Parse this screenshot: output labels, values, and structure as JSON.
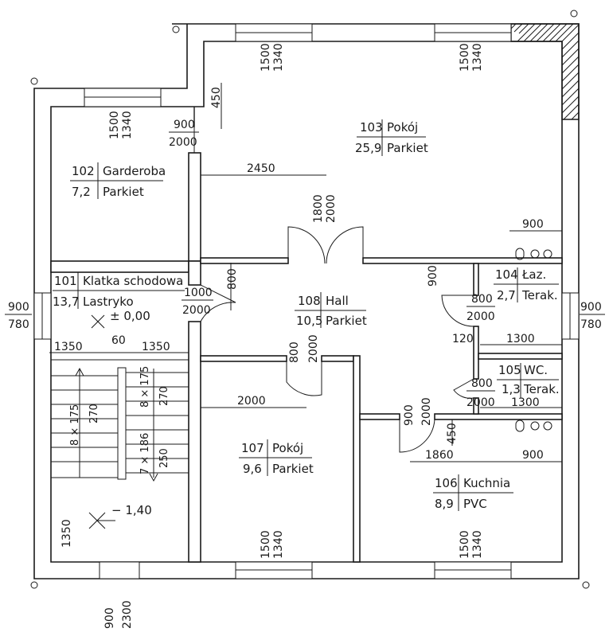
{
  "rooms": {
    "r101": {
      "number": "101",
      "name": "Klatka schodowa",
      "area": "13,7",
      "floor": "Lastryko"
    },
    "r102": {
      "number": "102",
      "name": "Garderoba",
      "area": "7,2",
      "floor": "Parkiet"
    },
    "r103": {
      "number": "103",
      "name": "Pokój",
      "area": "25,9",
      "floor": "Parkiet"
    },
    "r104": {
      "number": "104",
      "name": "Łaz.",
      "area": "2,7",
      "floor": "Terak."
    },
    "r105": {
      "number": "105",
      "name": "WC.",
      "area": "1,3",
      "floor": "Terak."
    },
    "r106": {
      "number": "106",
      "name": "Kuchnia",
      "area": "8,9",
      "floor": "PVC"
    },
    "r107": {
      "number": "107",
      "name": "Pokój",
      "area": "9,6",
      "floor": "Parkiet"
    },
    "r108": {
      "number": "108",
      "name": "Hall",
      "area": "10,5",
      "floor": "Parkiet"
    }
  },
  "levels": {
    "upper": "± 0,00",
    "lower": "− 1,40"
  },
  "stairs": {
    "flight1": "8 × 175",
    "flight1_len": "270",
    "flight2": "8 × 175",
    "flight2_len": "270",
    "flight3": "7 × 186",
    "flight3_len": "250"
  },
  "dims": {
    "w1500": "1500",
    "w1340": "1340",
    "d450": "450",
    "d900": "900",
    "d2000": "2000",
    "d2450": "2450",
    "d1800": "1800",
    "d1000": "1000",
    "d800": "800",
    "d780": "780",
    "d1350": "1350",
    "d60": "60",
    "d120": "120",
    "d1300": "1300",
    "d1860": "1860",
    "d2300": "2300"
  }
}
